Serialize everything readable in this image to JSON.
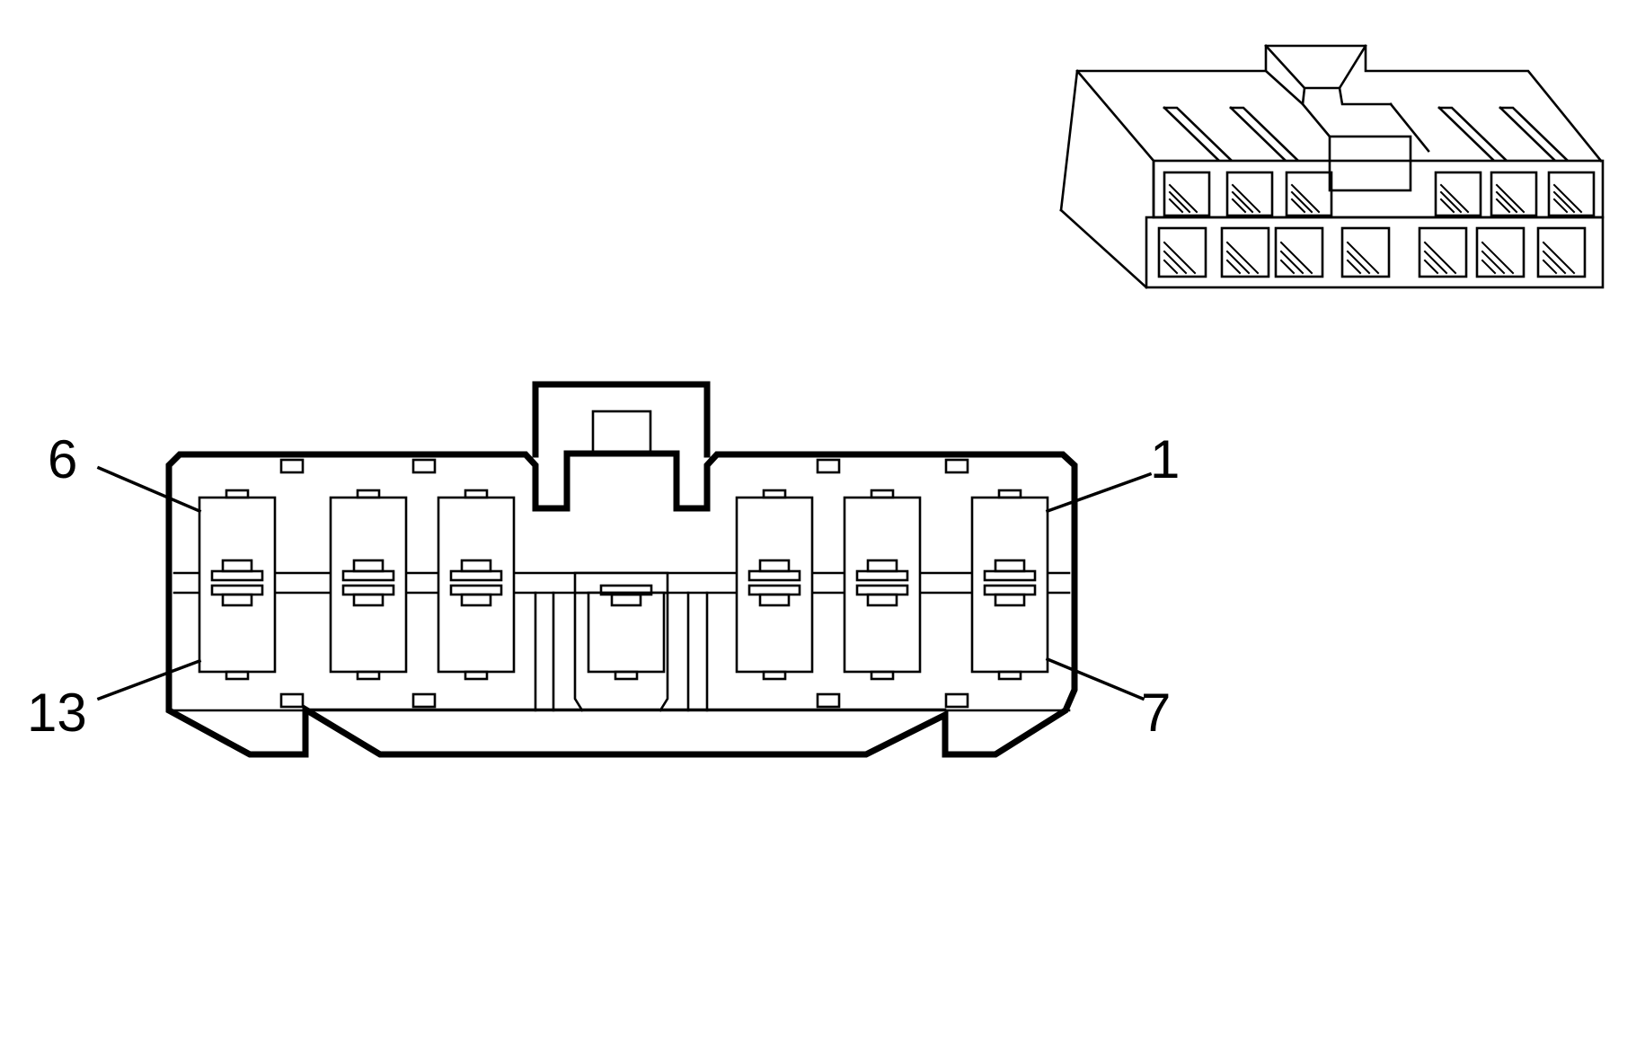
{
  "diagram": {
    "pin_labels": {
      "top_left": "6",
      "top_right": "1",
      "bottom_left": "13",
      "bottom_right": "7"
    }
  }
}
